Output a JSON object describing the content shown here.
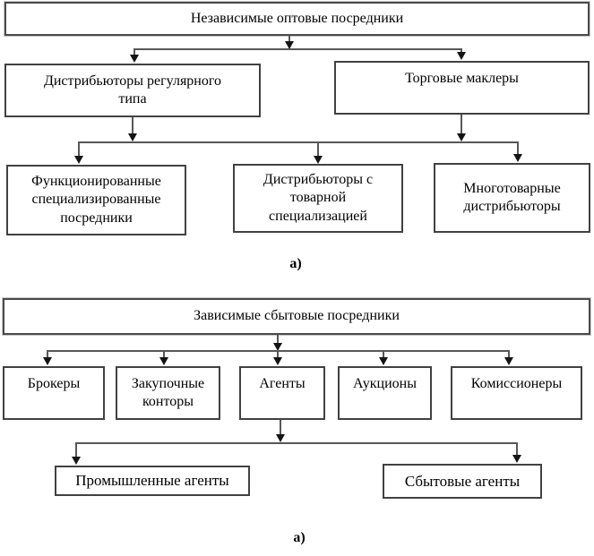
{
  "diagram1": {
    "root": "Независимые оптовые посредники",
    "level2": [
      {
        "label": "Дистрибьюторы регулярного\nтипа"
      },
      {
        "label": "Торговые маклеры"
      }
    ],
    "level3": [
      {
        "label": "Функционированные\nспециализированные\nпосредники"
      },
      {
        "label": "Дистрибьюторы с\nтоварной\nспециализацией"
      },
      {
        "label": "Многотоварные\nдистрибьюторы"
      }
    ],
    "caption": "а)"
  },
  "diagram2": {
    "root": "Зависимые сбытовые посредники",
    "level2": [
      {
        "label": "Брокеры"
      },
      {
        "label": "Закупочные\nконторы"
      },
      {
        "label": "Агенты"
      },
      {
        "label": "Аукционы"
      },
      {
        "label": "Комиссионеры"
      }
    ],
    "level3": [
      {
        "label": "Промышленные агенты"
      },
      {
        "label": "Сбытовые агенты"
      }
    ],
    "caption": "а)"
  }
}
